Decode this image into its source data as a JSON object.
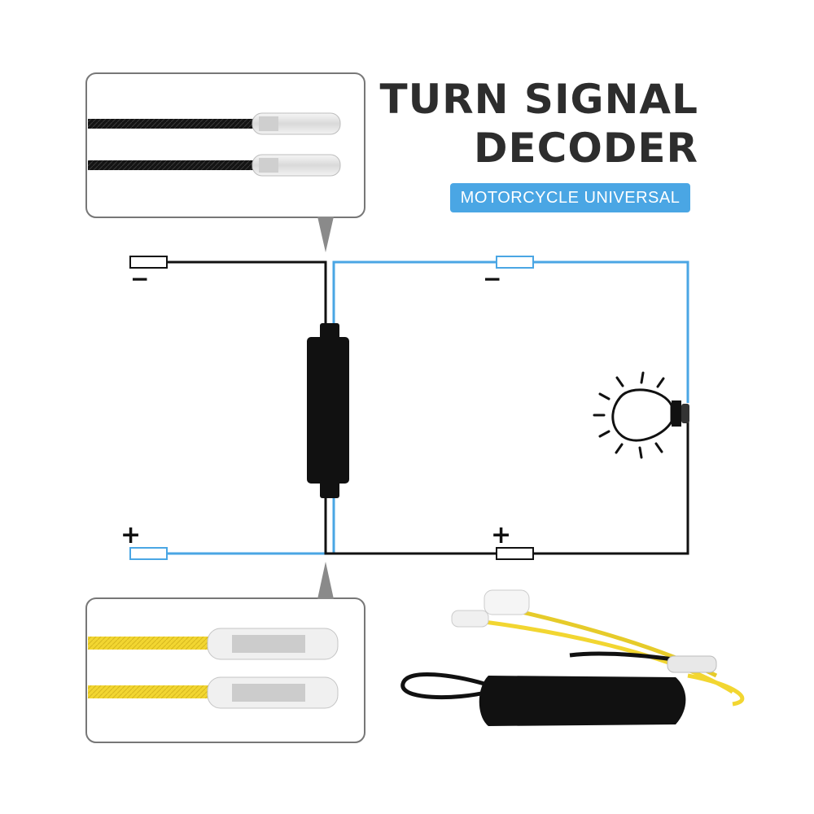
{
  "title": {
    "line1": "TURN SIGNAL",
    "line2": "DECODER"
  },
  "subtitle": "MOTORCYCLE UNIVERSAL",
  "diagram": {
    "neg_label_left": "−",
    "neg_label_right": "−",
    "pos_label_left": "+",
    "pos_label_right": "+"
  },
  "colors": {
    "negative_wire": "#111111",
    "signal_wire": "#4aa6e4",
    "decoder_body": "#111111",
    "yellow_wire": "#f2d631",
    "title_text": "#2d2d2d",
    "subtitle_bg": "#4aa6e4"
  },
  "icons": [
    "bulb-icon",
    "decoder-module-icon",
    "bullet-connector-icon"
  ]
}
